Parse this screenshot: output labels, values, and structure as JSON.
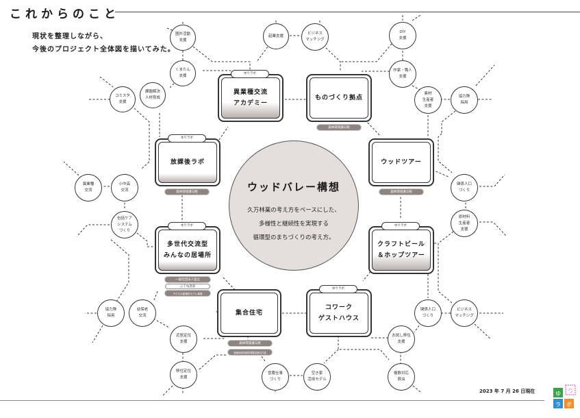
{
  "header": {
    "title": "これからのこと",
    "subtitle_line1": "現状を整理しながら、",
    "subtitle_line2": "今後のプロジェクト全体図を描いてみた。"
  },
  "center": {
    "title": "ウッドバレー構想",
    "description": "久万林業の考え方をベースにした、\n多様性と継続性を実現する\n循環型のまちづくりの考え方。"
  },
  "projects": [
    {
      "id": "igyoshu",
      "label": "異業種交流\nアカデミー",
      "tab": "ゆりラボ",
      "tags": []
    },
    {
      "id": "monozukuri",
      "label": "ものづくり拠点",
      "tab": "",
      "tags": [
        "森林環境譲与税"
      ]
    },
    {
      "id": "houkago",
      "label": "放課後ラボ",
      "tab": "ゆりラボ",
      "tags": [
        "森林環境譲与税"
      ]
    },
    {
      "id": "woodtour",
      "label": "ウッドツアー",
      "tab": "",
      "tags": [
        "森林環境譲与税"
      ]
    },
    {
      "id": "tasedai",
      "label": "多世代交流型\nみんなの居場所",
      "tab": "ゆりラボ",
      "tags": [
        "一般社団法人設立",
        "ふてね温泉",
        "子どもの居場所モデル事業"
      ]
    },
    {
      "id": "craftbeer",
      "label": "クラフトビール\n＆ホップツアー",
      "tab": "ゆりラボ",
      "tags": []
    },
    {
      "id": "shugo",
      "label": "集合住宅",
      "tab": "",
      "tags": [
        "森林環境譲与税",
        "過疎地域持続的発展支援交付金"
      ]
    },
    {
      "id": "cowork",
      "label": "コワーク\nゲストハウス",
      "tab": "ゆりラボ",
      "tags": []
    }
  ],
  "support_nodes": [
    "圏外活動\n支援",
    "くまたん\n支援",
    "課題解決\n人材育成",
    "コミスタ\n支援",
    "起業支援",
    "ビジネス\nマッチング",
    "DIY\n支援",
    "作家・職人\n支援",
    "素材\n生産者\n支援",
    "協力隊\n採用",
    "異業種\n交流",
    "小中高\n交流",
    "関係人口\nづくり",
    "原材料\n生産者\n支援",
    "包括ケア\nシステム\nづくり",
    "協力隊\n採用",
    "幼保老\n交流",
    "関係人口\nづくり",
    "ビジネス\nマッチング",
    "近居定住\n支援",
    "お試し移住\n支援",
    "移住定住\n支援",
    "空き家\n活用モデル",
    "営農仕事\nづくり",
    "複数対応\n宿泊"
  ],
  "footer": {
    "date": "2023 年 7 月 26 日現在",
    "logo_text": "ゆりラボ"
  },
  "colors": {
    "center_fill": "#e4dfdd",
    "tag_fill": "#8e8583",
    "logo_green": "#3aa24a",
    "logo_pink": "#e889c0",
    "logo_blue": "#2f8fd0",
    "logo_orange": "#ef8f2a"
  }
}
